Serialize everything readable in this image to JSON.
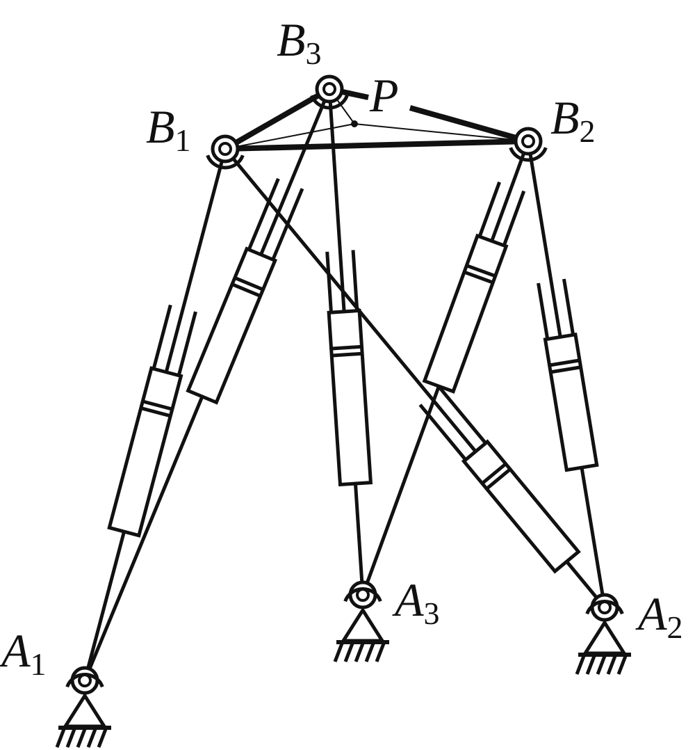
{
  "diagram": {
    "labels": {
      "B1": {
        "letter": "B",
        "sub": "1"
      },
      "B2": {
        "letter": "B",
        "sub": "2"
      },
      "B3": {
        "letter": "B",
        "sub": "3"
      },
      "P": {
        "letter": "P"
      },
      "A1": {
        "letter": "A",
        "sub": "1"
      },
      "A2": {
        "letter": "A",
        "sub": "2"
      },
      "A3": {
        "letter": "A",
        "sub": "3"
      }
    }
  }
}
